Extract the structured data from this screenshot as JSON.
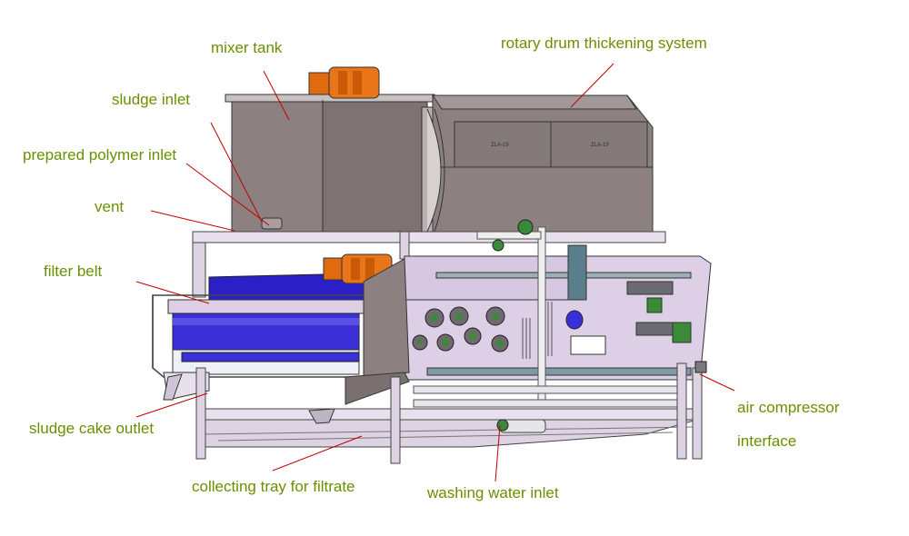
{
  "labels": {
    "mixer_tank": "mixer tank",
    "rotary_drum": "rotary drum thickening system",
    "sludge_inlet": "sludge inlet",
    "polymer_inlet": "prepared polymer inlet",
    "vent": "vent",
    "filter_belt": "filter belt",
    "cake_outlet": "sludge cake outlet",
    "collecting_tray": "collecting tray for filtrate",
    "washing_water": "washing water inlet",
    "air_line1": "air compressor",
    "air_line2": "interface"
  },
  "panel_text": {
    "left": "ZLA-19",
    "right": "ZLA-19"
  },
  "colors": {
    "label_text": "#6a8f00",
    "leader": "#c00000",
    "tank": "#8c8080",
    "frame": "#d9cde0",
    "belt": "#3b30d8",
    "motor": "#e06a10",
    "green": "#3a8a3a"
  }
}
